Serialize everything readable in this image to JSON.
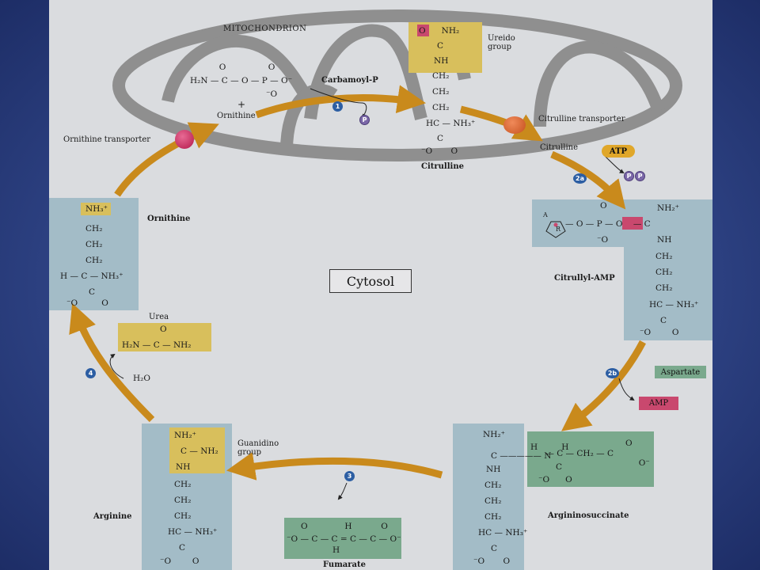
{
  "compartments": {
    "mitochondrion": "MITOCHONDRION",
    "cytosol": "Cytosol"
  },
  "molecules": {
    "carbamoyl_p": "Carbamoyl-P",
    "ornithine_mito": "Ornithine",
    "citrulline_mito": "Citrulline",
    "citrulline_cyto": "Citrulline",
    "citrullyl_amp": "Citrullyl-AMP",
    "argininosuccinate": "Argininosuccinate",
    "arginine": "Arginine",
    "fumarate": "Fumarate",
    "ornithine_cyto": "Ornithine",
    "urea": "Urea",
    "atp": "ATP",
    "aspartate": "Aspartate",
    "amp": "AMP",
    "water": "H₂O"
  },
  "groups": {
    "ureido": "Ureido\ngroup",
    "guanidino": "Guanidino\ngroup"
  },
  "transporters": {
    "ornithine": "Ornithine transporter",
    "citrulline": "Citrulline transporter"
  },
  "steps": [
    "1",
    "2a",
    "2b",
    "3",
    "4"
  ],
  "phosphate": "P",
  "colors": {
    "arrow": "#c98a1c",
    "blue_box": "#a3bcc7",
    "yellow_box": "#d8bf5c",
    "green_box": "#7aa98d",
    "pink_box": "#c9486e",
    "step_circle": "#2c5ea3",
    "mitochondrion": "#8f8f8f"
  }
}
